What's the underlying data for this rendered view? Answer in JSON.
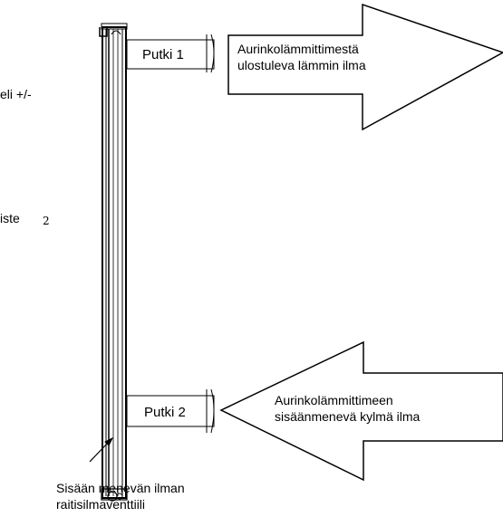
{
  "left_fragments": {
    "top": "eli +/-",
    "middle": "iste",
    "middle_number": "2"
  },
  "pipe1": {
    "label": "Putki 1"
  },
  "pipe2": {
    "label": "Putki 2"
  },
  "outlet_arrow": {
    "line1": "Aurinkolämmittimestä",
    "line2": "ulostuleva lämmin ilma"
  },
  "inlet_arrow": {
    "line1": "Aurinkolämmittimeen",
    "line2": "sisäänmenevä kylmä ilma"
  },
  "valve_caption": {
    "line1": "Sisään menevän ilman",
    "line2": "raitisilmaventtiili"
  }
}
